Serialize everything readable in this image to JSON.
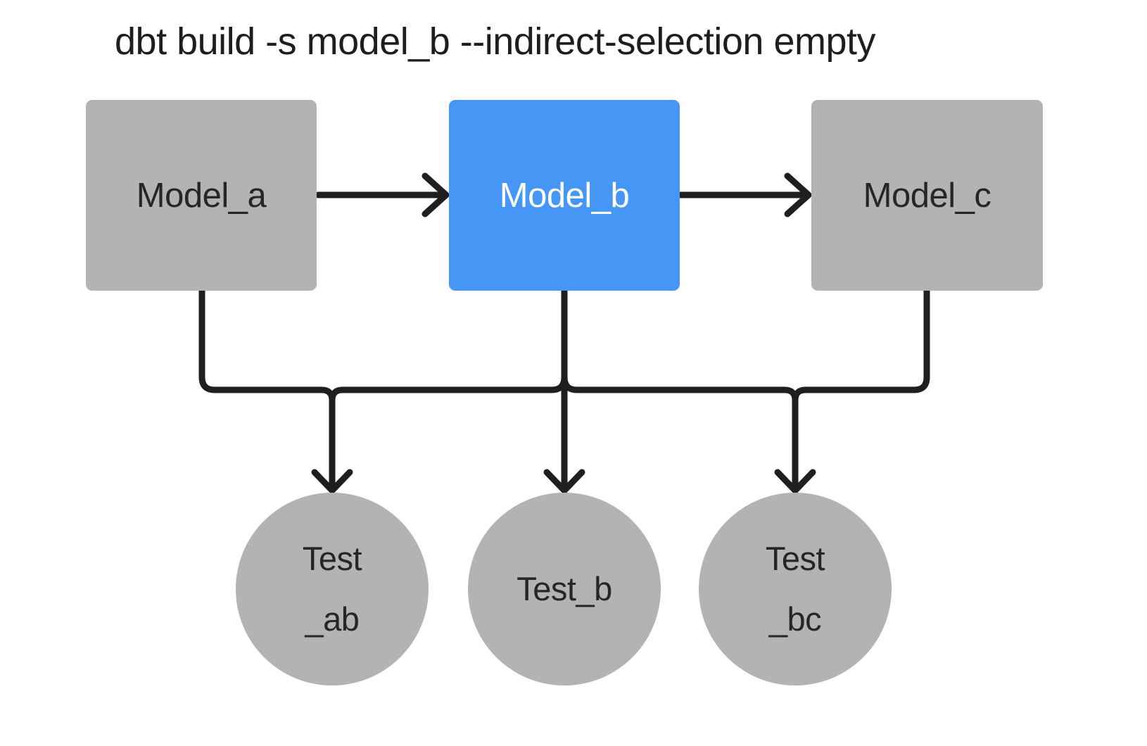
{
  "title": "dbt build -s model_b --indirect-selection empty",
  "colors": {
    "background": "#FFFFFF",
    "node_gray": "#B3B3B4",
    "node_blue": "#4697F5",
    "edge": "#1F1F1F",
    "text_dark": "#262626",
    "text_light": "#FFFFFF",
    "title_text": "#1E1E1E"
  },
  "nodes": {
    "models": [
      {
        "id": "model_a",
        "label": "Model_a",
        "type": "model",
        "highlighted": false
      },
      {
        "id": "model_b",
        "label": "Model_b",
        "type": "model",
        "highlighted": true
      },
      {
        "id": "model_c",
        "label": "Model_c",
        "type": "model",
        "highlighted": false
      }
    ],
    "tests": [
      {
        "id": "test_ab",
        "label": "Test_ab",
        "lines": [
          "Test",
          "_ab"
        ]
      },
      {
        "id": "test_b",
        "label": "Test_b",
        "lines": [
          "Test_b"
        ]
      },
      {
        "id": "test_bc",
        "label": "Test_bc",
        "lines": [
          "Test",
          "_bc"
        ]
      }
    ]
  },
  "edges": [
    {
      "from": "model_a",
      "to": "model_b"
    },
    {
      "from": "model_b",
      "to": "model_c"
    },
    {
      "from": "model_a",
      "to": "test_ab"
    },
    {
      "from": "model_b",
      "to": "test_ab"
    },
    {
      "from": "model_b",
      "to": "test_b"
    },
    {
      "from": "model_b",
      "to": "test_bc"
    },
    {
      "from": "model_c",
      "to": "test_bc"
    }
  ]
}
